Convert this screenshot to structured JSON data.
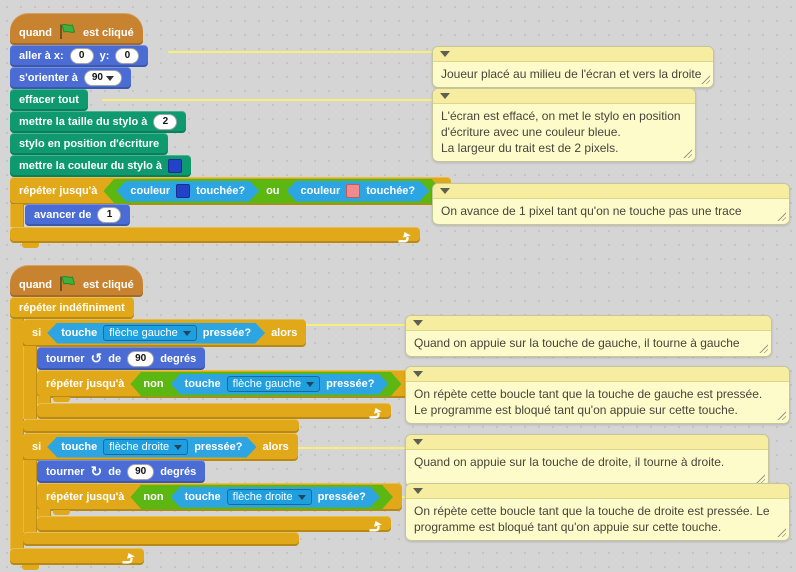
{
  "colors": {
    "motion": "#4a6cd4",
    "pen": "#0e9a6e",
    "events": "#c88330",
    "control": "#e1a91a",
    "sensing": "#2ca5e2",
    "operators": "#5cb712",
    "comment_bg": "#fefbcb",
    "pen_color_swatch": "#2242c7",
    "touch_color_1": "#2242c7",
    "touch_color_2": "#ef8a8d"
  },
  "script1": {
    "hat": {
      "pre": "quand",
      "post": "est cliqué"
    },
    "goto": {
      "a": "aller à x:",
      "x": "0",
      "b": "y:",
      "y": "0"
    },
    "orient": {
      "a": "s'orienter à",
      "value": "90"
    },
    "clear": {
      "label": "effacer tout"
    },
    "pen_size": {
      "a": "mettre la taille du stylo à",
      "value": "2"
    },
    "pen_down": {
      "label": "stylo en position d'écriture"
    },
    "pen_color": {
      "a": "mettre la couleur du stylo à"
    },
    "repeat_until": {
      "label": "répéter jusqu'à",
      "or": "ou",
      "cond1": {
        "a": "couleur",
        "b": "touchée?"
      },
      "cond2": {
        "a": "couleur",
        "b": "touchée?"
      }
    },
    "move": {
      "a": "avancer de",
      "value": "1"
    }
  },
  "script2": {
    "hat": {
      "pre": "quand",
      "post": "est cliqué"
    },
    "forever": {
      "label": "répéter indéfiniment"
    },
    "if_left": {
      "si": "si",
      "alors": "alors",
      "cond": {
        "a": "touche",
        "menu": "flèche gauche",
        "b": "pressée?"
      }
    },
    "turn_left": {
      "a": "tourner",
      "b": "de",
      "value": "90",
      "c": "degrés"
    },
    "repeat_left": {
      "label": "répéter jusqu'à",
      "not": "non",
      "cond": {
        "a": "touche",
        "menu": "flèche gauche",
        "b": "pressée?"
      }
    },
    "if_right": {
      "si": "si",
      "alors": "alors",
      "cond": {
        "a": "touche",
        "menu": "flèche droite",
        "b": "pressée?"
      }
    },
    "turn_right": {
      "a": "tourner",
      "b": "de",
      "value": "90",
      "c": "degrés"
    },
    "repeat_right": {
      "label": "répéter jusqu'à",
      "not": "non",
      "cond": {
        "a": "touche",
        "menu": "flèche droite",
        "b": "pressée?"
      }
    }
  },
  "comments": [
    {
      "text": "Joueur placé au milieu de l'écran et vers la droite"
    },
    {
      "text": "L'écran est effacé, on met le stylo en position\nd'écriture avec une couleur bleue.\nLa largeur du trait est de 2 pixels."
    },
    {
      "text": "On avance de 1 pixel tant qu'on ne touche pas une trace"
    },
    {
      "text": "Quand on appuie sur la touche de gauche, il tourne à gauche"
    },
    {
      "text": "On répète cette boucle tant que la touche de gauche est pressée.\nLe programme est bloqué tant qu'on appuie sur cette touche."
    },
    {
      "text": "Quand on appuie sur la touche de droite, il tourne à droite."
    },
    {
      "text": "On répète cette boucle tant que la touche de droite est pressée. Le programme est bloqué tant qu'on appuie sur cette touche."
    }
  ]
}
